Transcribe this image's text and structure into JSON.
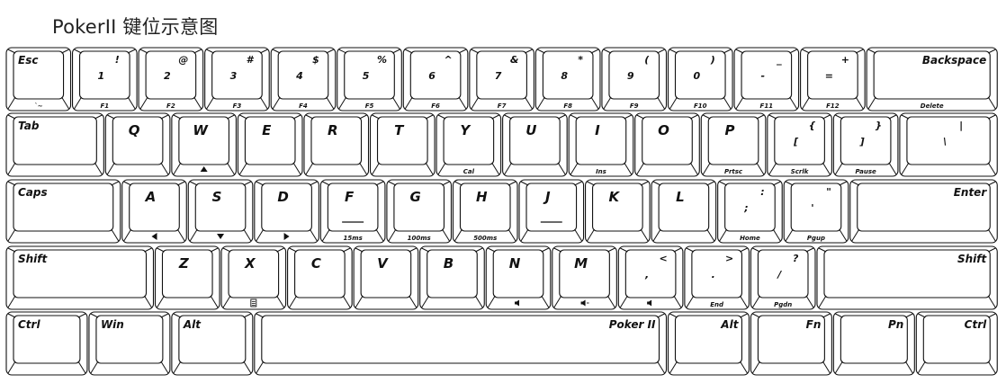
{
  "title": "PokerII 键位示意图",
  "rows": [
    [
      {
        "w": 1,
        "tl": "Esc",
        "bl": "`~"
      },
      {
        "w": 1,
        "top": "!",
        "mid": "1",
        "fn": "F1"
      },
      {
        "w": 1,
        "top": "@",
        "mid": "2",
        "fn": "F2"
      },
      {
        "w": 1,
        "top": "#",
        "mid": "3",
        "fn": "F3"
      },
      {
        "w": 1,
        "top": "$",
        "mid": "4",
        "fn": "F4"
      },
      {
        "w": 1,
        "top": "%",
        "mid": "5",
        "fn": "F5"
      },
      {
        "w": 1,
        "top": "^",
        "mid": "6",
        "fn": "F6"
      },
      {
        "w": 1,
        "top": "&",
        "mid": "7",
        "fn": "F7"
      },
      {
        "w": 1,
        "top": "*",
        "mid": "8",
        "fn": "F8"
      },
      {
        "w": 1,
        "top": "(",
        "mid": "9",
        "fn": "F9"
      },
      {
        "w": 1,
        "top": ")",
        "mid": "0",
        "fn": "F10"
      },
      {
        "w": 1,
        "top": "_",
        "mid": "-",
        "fn": "F11"
      },
      {
        "w": 1,
        "top": "+",
        "mid": "=",
        "fn": "F12"
      },
      {
        "w": 2,
        "tr": "Backspace",
        "fn": "Delete"
      }
    ],
    [
      {
        "w": 1.5,
        "tl": "Tab"
      },
      {
        "w": 1,
        "big": "Q"
      },
      {
        "w": 1,
        "big": "W",
        "icon": "up"
      },
      {
        "w": 1,
        "big": "E"
      },
      {
        "w": 1,
        "big": "R"
      },
      {
        "w": 1,
        "big": "T"
      },
      {
        "w": 1,
        "big": "Y",
        "fn": "Cal"
      },
      {
        "w": 1,
        "big": "U"
      },
      {
        "w": 1,
        "big": "I",
        "fn": "Ins"
      },
      {
        "w": 1,
        "big": "O"
      },
      {
        "w": 1,
        "big": "P",
        "fn": "Prtsc"
      },
      {
        "w": 1,
        "top": "{",
        "mid": "[",
        "fn": "Scrlk"
      },
      {
        "w": 1,
        "top": "}",
        "mid": "]",
        "fn": "Pause"
      },
      {
        "w": 1.5,
        "top": "|",
        "mid": "\\"
      }
    ],
    [
      {
        "w": 1.75,
        "tl": "Caps"
      },
      {
        "w": 1,
        "big": "A",
        "icon": "left"
      },
      {
        "w": 1,
        "big": "S",
        "icon": "down"
      },
      {
        "w": 1,
        "big": "D",
        "icon": "right"
      },
      {
        "w": 1,
        "big": "F",
        "ul": true,
        "fn": "15ms"
      },
      {
        "w": 1,
        "big": "G",
        "fn": "100ms"
      },
      {
        "w": 1,
        "big": "H",
        "fn": "500ms"
      },
      {
        "w": 1,
        "big": "J",
        "ul": true
      },
      {
        "w": 1,
        "big": "K"
      },
      {
        "w": 1,
        "big": "L"
      },
      {
        "w": 1,
        "top": ":",
        "mid": ";",
        "fn": "Home"
      },
      {
        "w": 1,
        "top": "\"",
        "mid": "'",
        "fn": "Pgup"
      },
      {
        "w": 2.25,
        "tr": "Enter"
      }
    ],
    [
      {
        "w": 2.25,
        "tl": "Shift"
      },
      {
        "w": 1,
        "big": "Z"
      },
      {
        "w": 1,
        "big": "X",
        "icon": "menu"
      },
      {
        "w": 1,
        "big": "C"
      },
      {
        "w": 1,
        "big": "V"
      },
      {
        "w": 1,
        "big": "B"
      },
      {
        "w": 1,
        "big": "N",
        "icon": "minus"
      },
      {
        "w": 1,
        "big": "M",
        "icon": "plus"
      },
      {
        "w": 1,
        "top": "<",
        "mid": ",",
        "icon": "mute"
      },
      {
        "w": 1,
        "top": ">",
        "mid": ".",
        "fn": "End"
      },
      {
        "w": 1,
        "top": "?",
        "mid": "/",
        "fn": "Pgdn"
      },
      {
        "w": 2.75,
        "tr": "Shift"
      }
    ],
    [
      {
        "w": 1.25,
        "tl": "Ctrl"
      },
      {
        "w": 1.25,
        "tl": "Win"
      },
      {
        "w": 1.25,
        "tl": "Alt"
      },
      {
        "w": 6.25,
        "tr": "Poker II"
      },
      {
        "w": 1.25,
        "tr": "Alt"
      },
      {
        "w": 1.25,
        "tr": "Fn"
      },
      {
        "w": 1.25,
        "tr": "Pn"
      },
      {
        "w": 1.25,
        "tr": "Ctrl"
      }
    ]
  ]
}
